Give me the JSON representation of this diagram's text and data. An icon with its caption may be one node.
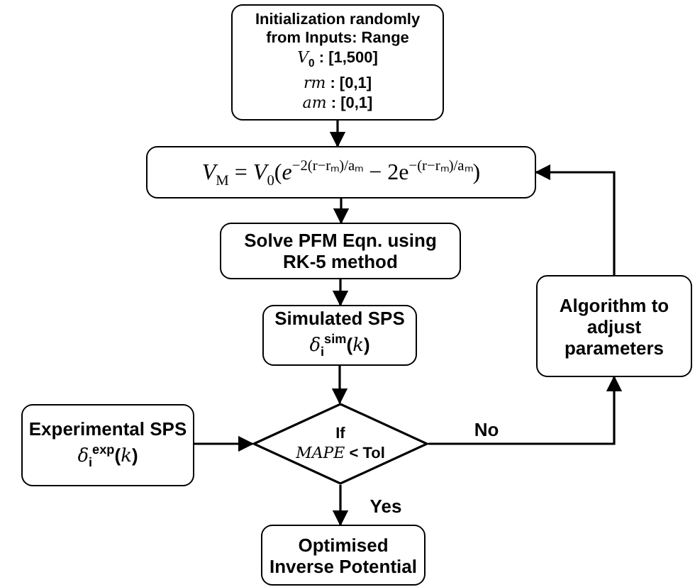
{
  "diagram": {
    "nodes": [
      {
        "text": [
          "Initialization randomly from Inputs: Range",
          "*V*$_{0}$  : [1,500]",
          "*rm* : [0,1]",
          "*am* : [0,1]"
        ]
      },
      {
        "text": [
          "*V*$_{M}$ = *V*$_{0}$(*e*$^{−2(r−rₘ)/aₘ}$ − 2e$^{−(r−rₘ)/aₘ}$)"
        ]
      },
      {
        "text": [
          "Solve PFM Eqn. using RK-5 method"
        ]
      },
      {
        "text": [
          "Simulated SPS",
          "*δ*$_{i}$$^{sim}$(*k*)"
        ]
      },
      {
        "text": [
          "Experimental SPS",
          "*δ*$_{i}$$^{exp}$(*k*)"
        ]
      },
      {
        "text": [
          "If",
          "*MAPE* < Tol"
        ]
      },
      {
        "text": [
          "Algorithm to adjust parameters"
        ]
      },
      {
        "text": [
          "Optimised Inverse Potential"
        ]
      }
    ],
    "edges": [
      {
        "from": 0,
        "to": 1,
        "arrow": "to"
      },
      {
        "from": 1,
        "to": 2,
        "arrow": "to"
      },
      {
        "from": 2,
        "to": 3,
        "arrow": "to"
      },
      {
        "from": 3,
        "to": 5,
        "arrow": "to"
      },
      {
        "from": 4,
        "to": 5,
        "arrow": "to"
      },
      {
        "from": 5,
        "to": 6,
        "arrow": "to",
        "label": "No"
      },
      {
        "from": 6,
        "to": 1,
        "arrow": "to"
      },
      {
        "from": 5,
        "to": 7,
        "arrow": "to",
        "label": "Yes"
      }
    ]
  }
}
